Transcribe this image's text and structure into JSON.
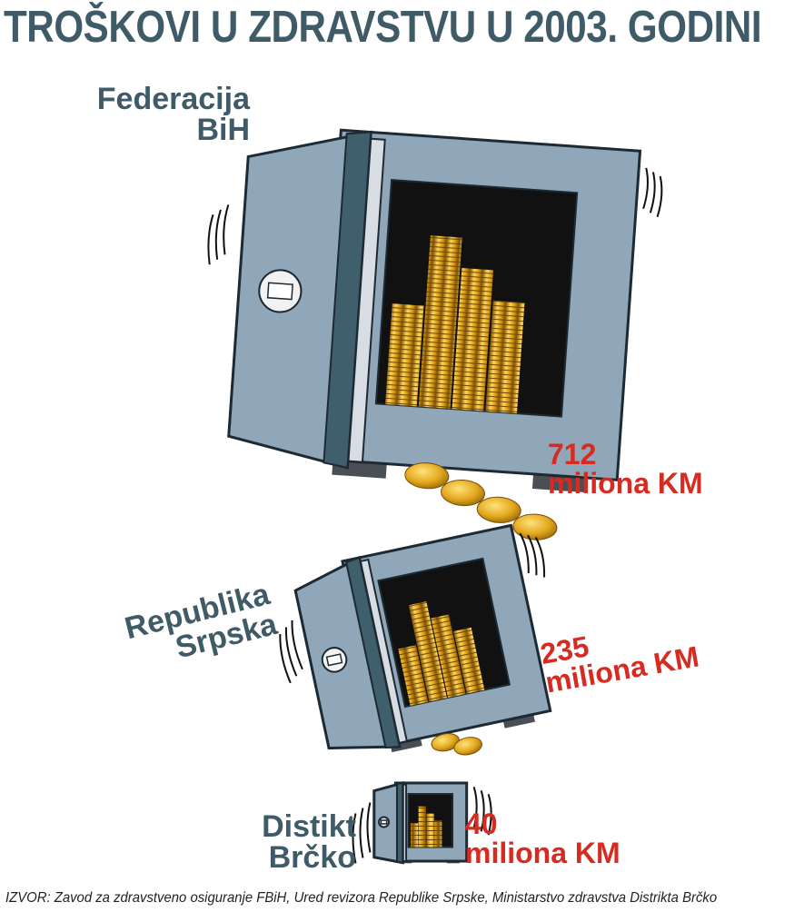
{
  "title": "TROŠKOVI U ZDRAVSTVU U 2003. GODINI",
  "source": "IZVOR: Zavod za zdravstveno osiguranje FBiH, Ured revizora Republike Srpske, Ministarstvo zdravstva Distrikta Brčko",
  "colors": {
    "title": "#3e5b67",
    "value": "#d72a20",
    "safe_body": "#8fa7b8",
    "safe_dark": "#3f5f6c",
    "coin": "#e3a81e"
  },
  "chart_data": {
    "type": "bar",
    "title": "TROŠKOVI U ZDRAVSTVU U 2003. GODINI",
    "categories": [
      "Federacija BiH",
      "Republika Srpska",
      "Distikt Brčko"
    ],
    "values": [
      712,
      235,
      40
    ],
    "value_labels": [
      [
        "712",
        "miliona KM"
      ],
      [
        "235",
        "miliona KM"
      ],
      [
        "40",
        "miliona KM"
      ]
    ],
    "category_lines": [
      [
        "Federacija",
        "BiH"
      ],
      [
        "Republika",
        "Srpska"
      ],
      [
        "Distikt",
        "Brčko"
      ]
    ],
    "unit": "miliona KM"
  }
}
